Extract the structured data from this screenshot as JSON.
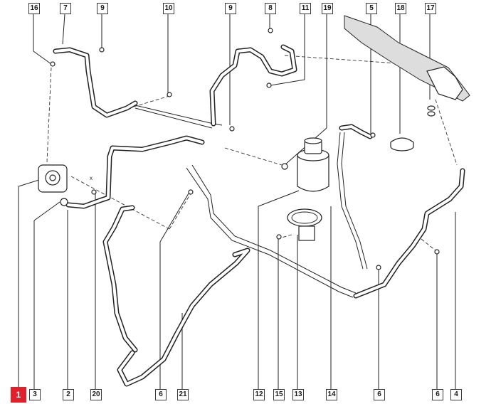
{
  "callouts": [
    {
      "id": "c16a",
      "text": "16"
    },
    {
      "id": "c7",
      "text": "7"
    },
    {
      "id": "c9a",
      "text": "9"
    },
    {
      "id": "c10",
      "text": "10"
    },
    {
      "id": "c9b",
      "text": "9"
    },
    {
      "id": "c8",
      "text": "8"
    },
    {
      "id": "c11",
      "text": "11"
    },
    {
      "id": "c19",
      "text": "19"
    },
    {
      "id": "c5",
      "text": "5"
    },
    {
      "id": "c18",
      "text": "18"
    },
    {
      "id": "c17",
      "text": "17"
    },
    {
      "id": "c1",
      "text": "1"
    },
    {
      "id": "c3",
      "text": "3"
    },
    {
      "id": "c2",
      "text": "2"
    },
    {
      "id": "c20",
      "text": "20"
    },
    {
      "id": "c6a",
      "text": "6"
    },
    {
      "id": "c21",
      "text": "21"
    },
    {
      "id": "c12",
      "text": "12"
    },
    {
      "id": "c15",
      "text": "15"
    },
    {
      "id": "c13",
      "text": "13"
    },
    {
      "id": "c14",
      "text": "14"
    },
    {
      "id": "c6b",
      "text": "6"
    },
    {
      "id": "c6c",
      "text": "6"
    },
    {
      "id": "c4",
      "text": "4"
    }
  ],
  "annotations": {
    "x_mark": "x"
  },
  "colors": {
    "highlight": "#e0202a",
    "line": "#222222"
  }
}
